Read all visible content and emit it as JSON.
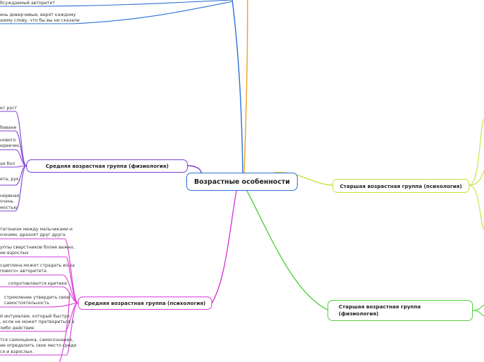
{
  "central": {
    "label": "Возрастные особенности",
    "color": "#2a6fd6"
  },
  "branches": {
    "middle_physiology": {
      "label": "Средняя возрастная группа (физиология)",
      "color": "#7b3fd1"
    },
    "middle_psychology": {
      "label": "Средняя возрастная группа (психология)",
      "color": "#d63ad8"
    },
    "senior_psychology": {
      "label": "Старшая возрастная группа (психология)",
      "color": "#c7e03a"
    },
    "senior_physiology": {
      "label": "Старшая возрастная группа (физиология)",
      "color": "#4fd13a"
    },
    "top_left": {
      "color": "#2a6fd6"
    },
    "top_right": {
      "color": "#f0a020"
    }
  },
  "leaves": {
    "top": [
      "бсуждаемый авторитет",
      "ень доверчивые, верят каждому",
      "шему слову, что бы вы ни сказали"
    ],
    "middle_physiology": [
      "ет рост",
      "бивани",
      "нового",
      "идеечек,",
      "ая бол",
      "ета, рук,",
      "нервная",
      "очень",
      "мостью"
    ],
    "middle_psychology": [
      "тагонизм между мальчиками и",
      "очками, дразнят друг друга",
      "уппы сверстников более важно,",
      "ие взрослых",
      "сциплина может страдать из-за",
      "пового» авторитета",
      "сопротивляются критике",
      "стремление утвердить свою",
      "самостоятельность",
      "й интуиалам, который быстро",
      ", если не может претвориться в",
      "либо действие",
      "тся самооценка, самосознания,",
      "ие определить свое место среди",
      "ся и взрослых."
    ]
  }
}
